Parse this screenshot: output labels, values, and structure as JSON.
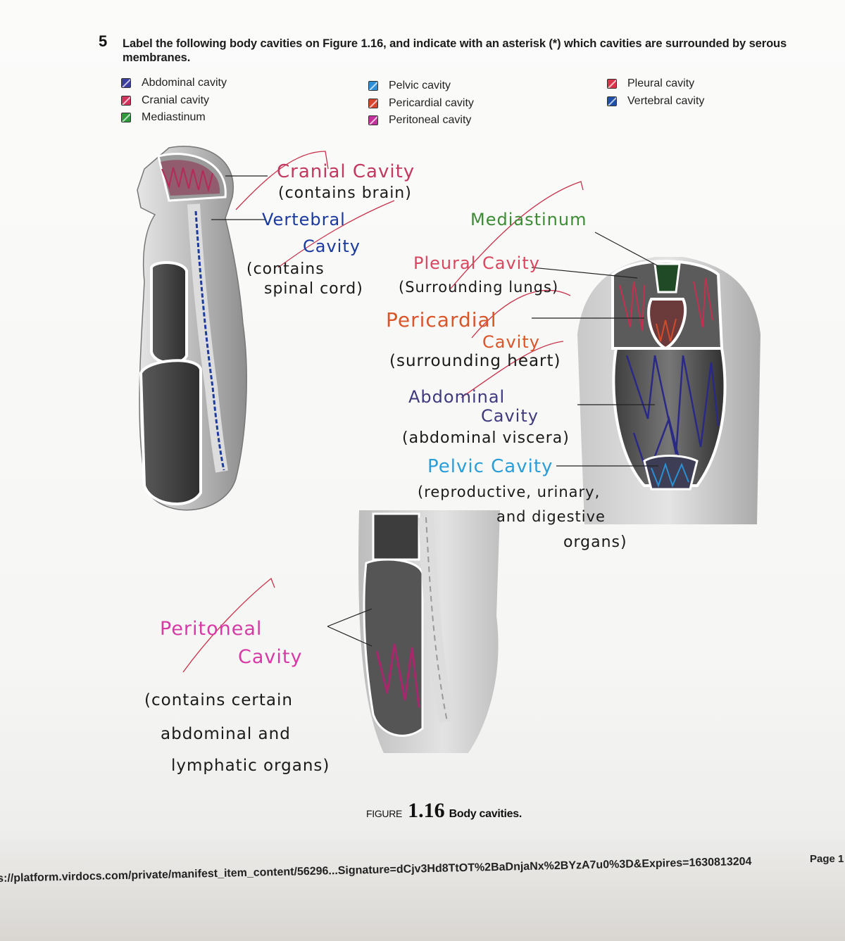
{
  "question": {
    "number": "5",
    "text": "Label the following body cavities on Figure 1.16, and indicate with an asterisk (*) which cavities are surrounded by serous membranes."
  },
  "legend": {
    "columns": [
      [
        {
          "label": "Abdominal cavity",
          "color": "#3b3da0"
        },
        {
          "label": "Cranial cavity",
          "color": "#d2335a"
        },
        {
          "label": "Mediastinum",
          "color": "#2e9a3c"
        }
      ],
      [
        {
          "label": "Pelvic cavity",
          "color": "#2f8fd6"
        },
        {
          "label": "Pericardial cavity",
          "color": "#d8452f"
        },
        {
          "label": "Peritoneal cavity",
          "color": "#c2319c"
        }
      ],
      [
        {
          "label": "Pleural cavity",
          "color": "#d8354a"
        },
        {
          "label": "Vertebral cavity",
          "color": "#1f4fa8"
        }
      ]
    ]
  },
  "annotations": {
    "cranial": {
      "label": "Cranial Cavity",
      "note": "(contains brain)",
      "color": "#c2385f"
    },
    "vertebral": {
      "label_1": "Vertebral",
      "label_2": "Cavity",
      "note_1": "(contains",
      "note_2": "spinal cord)",
      "color": "#1b3aa0"
    },
    "mediastinum": {
      "label": "Mediastinum",
      "color": "#3d8c35"
    },
    "pleural": {
      "label": "Pleural Cavity",
      "note": "(Surrounding lungs)",
      "color": "#d8475f"
    },
    "pericardial": {
      "label_1": "Pericardial",
      "label_2": "Cavity",
      "note": "(surrounding heart)",
      "color": "#d9552a"
    },
    "abdominal": {
      "label_1": "Abdominal",
      "label_2": "Cavity",
      "note": "(abdominal viscera)",
      "color": "#3e3a7d"
    },
    "pelvic": {
      "label": "Pelvic Cavity",
      "note_1": "(reproductive, urinary,",
      "note_2": "and digestive",
      "note_3": "organs)",
      "color": "#2b9ed8"
    },
    "peritoneal": {
      "label_1": "Peritoneal",
      "label_2": "Cavity",
      "note_1": "(contains certain",
      "note_2": "abdominal and",
      "note_3": "lymphatic organs)",
      "color": "#d63aa6"
    }
  },
  "caption": {
    "prefix": "FIGURE",
    "number": "1.16",
    "title": "Body cavities."
  },
  "footer": {
    "url": "s://platform.virdocs.com/private/manifest_item_content/56296...Signature=dCjv3Hd8TtOT%2BaDnjaNx%2BYzA7u0%3D&Expires=1630813204",
    "page": "Page 1"
  },
  "colors": {
    "ink_black": "#1a1a1a",
    "check_red": "#c8324a"
  }
}
